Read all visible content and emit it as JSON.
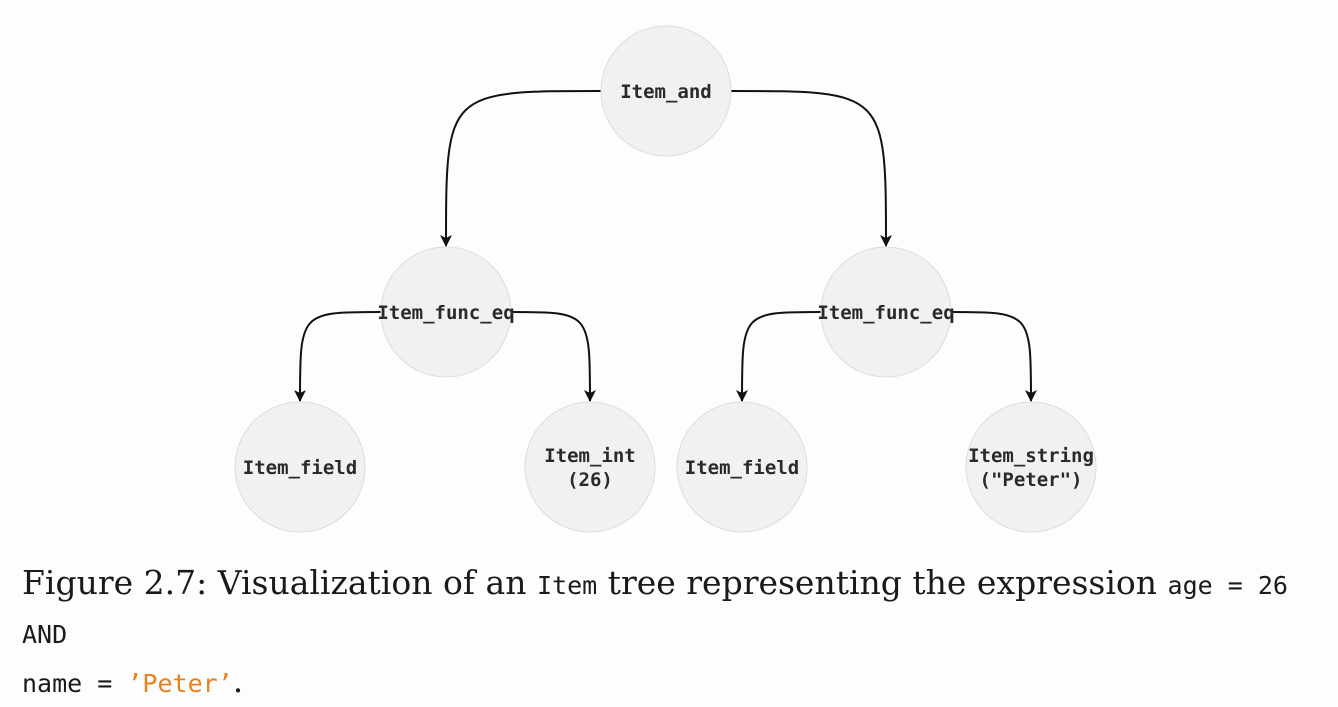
{
  "nodes": {
    "root": [
      "Item_and"
    ],
    "left_eq": [
      "Item_func_eq"
    ],
    "right_eq": [
      "Item_func_eq"
    ],
    "left_field": [
      "Item_field"
    ],
    "left_int": [
      "Item_int",
      "(26)"
    ],
    "right_field": [
      "Item_field"
    ],
    "right_string": [
      "Item_string",
      "(\"Peter\")"
    ]
  },
  "edges": [
    [
      "root",
      "left_eq"
    ],
    [
      "root",
      "right_eq"
    ],
    [
      "left_eq",
      "left_field"
    ],
    [
      "left_eq",
      "left_int"
    ],
    [
      "right_eq",
      "right_field"
    ],
    [
      "right_eq",
      "right_string"
    ]
  ],
  "caption": {
    "prefix": "Figure 2.7: Visualization of an ",
    "code_item": "Item",
    "middle": " tree representing the expression ",
    "expr_line1": "age = 26 AND",
    "expr_line2_start": "name = ",
    "expr_string": "’Peter’",
    "suffix": "."
  }
}
